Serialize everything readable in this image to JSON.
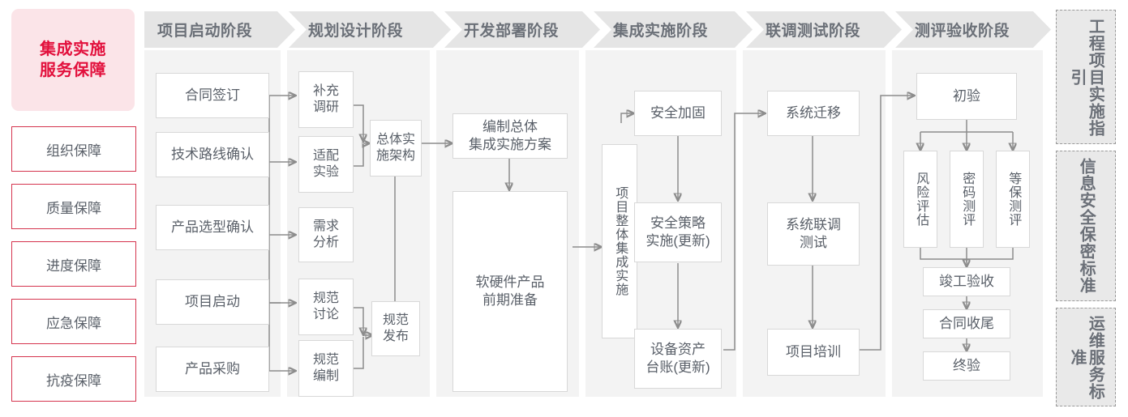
{
  "guarantee": {
    "title": "集成实施\n服务保障",
    "title_line1": "集成实施",
    "title_line2": "服务保障",
    "accent_color": "#e2103c",
    "border_color": "#d5344e",
    "items": [
      {
        "label": "组织保障"
      },
      {
        "label": "质量保障"
      },
      {
        "label": "进度保障"
      },
      {
        "label": "应急保障"
      },
      {
        "label": "抗疫保障"
      }
    ]
  },
  "phases": [
    {
      "id": "startup",
      "title": "项目启动阶段",
      "nodes": [
        {
          "label": "合同签订"
        },
        {
          "label": "技术路线确认"
        },
        {
          "label": "产品选型确认"
        },
        {
          "label": "项目启动"
        },
        {
          "label": "产品采购"
        }
      ]
    },
    {
      "id": "planning",
      "title": "规划设计阶段",
      "nodes": [
        {
          "label": "补充\n调研",
          "l1": "补充",
          "l2": "调研"
        },
        {
          "label": "适配\n实验",
          "l1": "适配",
          "l2": "实验"
        },
        {
          "label": "需求\n分析",
          "l1": "需求",
          "l2": "分析"
        },
        {
          "label": "规范\n讨论",
          "l1": "规范",
          "l2": "讨论"
        },
        {
          "label": "规范\n编制",
          "l1": "规范",
          "l2": "编制"
        },
        {
          "label": "总体实\n施架构",
          "l1": "总体实",
          "l2": "施架构"
        },
        {
          "label": "规范\n发布",
          "l1": "规范",
          "l2": "发布"
        }
      ]
    },
    {
      "id": "develop",
      "title": "开发部署阶段",
      "nodes": [
        {
          "label": "编制总体\n集成实施方案",
          "l1": "编制总体",
          "l2": "集成实施方案"
        },
        {
          "label": "软硬件产品\n前期准备",
          "l1": "软硬件产品",
          "l2": "前期准备"
        }
      ]
    },
    {
      "id": "integration",
      "title": "集成实施阶段",
      "nodes": [
        {
          "label": "项目整体集成实施",
          "vertical": true
        },
        {
          "label": "安全加固"
        },
        {
          "label": "安全策略\n实施(更新)",
          "l1": "安全策略",
          "l2": "实施(更新)"
        },
        {
          "label": "设备资产\n台账(更新)",
          "l1": "设备资产",
          "l2": "台账(更新)"
        }
      ]
    },
    {
      "id": "jointtest",
      "title": "联调测试阶段",
      "nodes": [
        {
          "label": "系统迁移"
        },
        {
          "label": "系统联调\n测试",
          "l1": "系统联调",
          "l2": "测试"
        },
        {
          "label": "项目培训"
        }
      ]
    },
    {
      "id": "acceptance",
      "title": "测评验收阶段",
      "nodes": [
        {
          "label": "初验"
        },
        {
          "label": "风险评估",
          "vertical": true
        },
        {
          "label": "密码测评",
          "vertical": true
        },
        {
          "label": "等保测评",
          "vertical": true
        },
        {
          "label": "竣工验收"
        },
        {
          "label": "合同收尾"
        },
        {
          "label": "终验"
        }
      ]
    }
  ],
  "standards": [
    {
      "label": "工程项目实施指引"
    },
    {
      "label": "信息安全保密标准"
    },
    {
      "label": "运维服务标准"
    }
  ],
  "colors": {
    "phase_header_bg": "#e5e5e5",
    "phase_body_bg": "#f3f3f3",
    "node_border": "#d8d8d8",
    "connector": "#8c8c8c",
    "text": "#5a6069"
  }
}
